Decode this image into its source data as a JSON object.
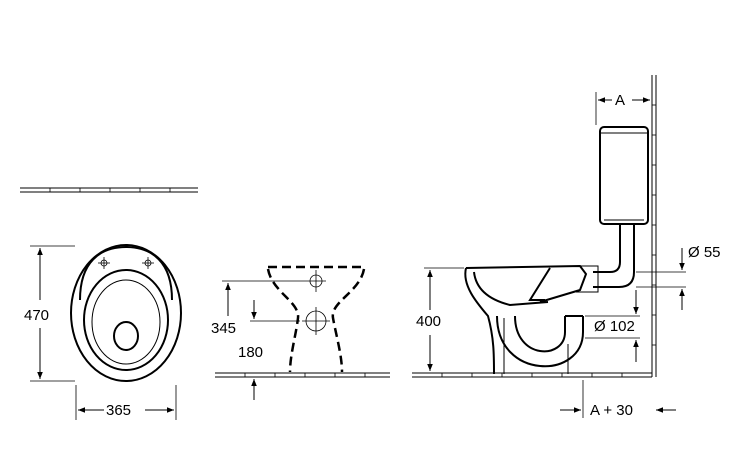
{
  "front_view": {
    "height_label": "470",
    "width_label": "365"
  },
  "plan_view": {
    "outlet_height_label": "345",
    "inlet_height_label": "180"
  },
  "side_view": {
    "rim_height_label": "400",
    "cistern_offset_label": "A",
    "outlet_offset_label": "A + 30",
    "flush_pipe_diameter_label": "Ø 55",
    "outlet_diameter_label": "Ø 102"
  }
}
